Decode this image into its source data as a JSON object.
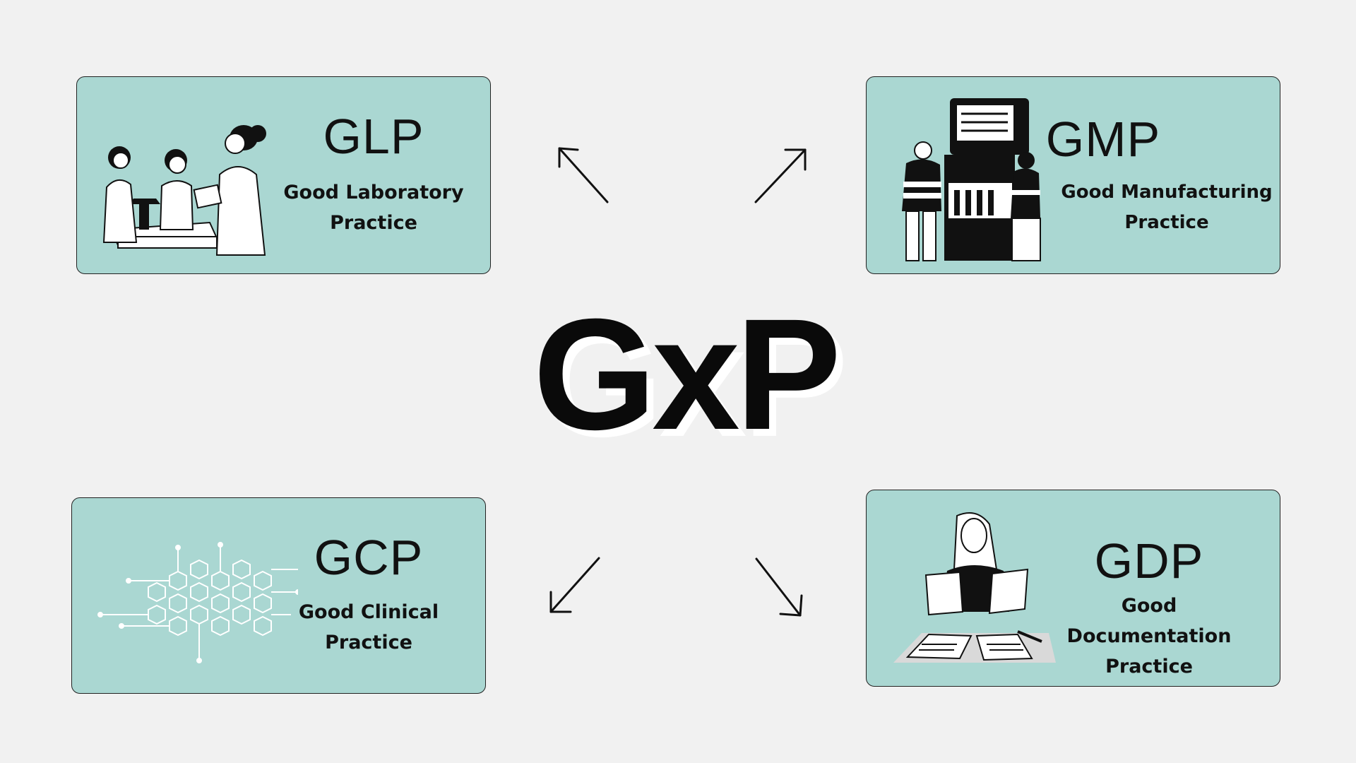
{
  "center": {
    "title": "GxP"
  },
  "cards": {
    "glp": {
      "abbr": "GLP",
      "line1": "Good Laboratory",
      "line2": "Practice"
    },
    "gmp": {
      "abbr": "GMP",
      "line1": "Good Manufacturing",
      "line2": "Practice"
    },
    "gcp": {
      "abbr": "GCP",
      "line1": "Good Clinical",
      "line2": "Practice"
    },
    "gdp": {
      "abbr": "GDP",
      "line1": "Good",
      "line2": "Documentation",
      "line3": "Practice"
    }
  },
  "colors": {
    "card_bg": "#aad7d2",
    "background": "#f1f1f1",
    "text": "#111111"
  },
  "icons": [
    "laboratory-scientists-icon",
    "manufacturing-workers-icon",
    "clinical-hexagon-network-icon",
    "documentation-reader-icon",
    "arrow-icon"
  ]
}
